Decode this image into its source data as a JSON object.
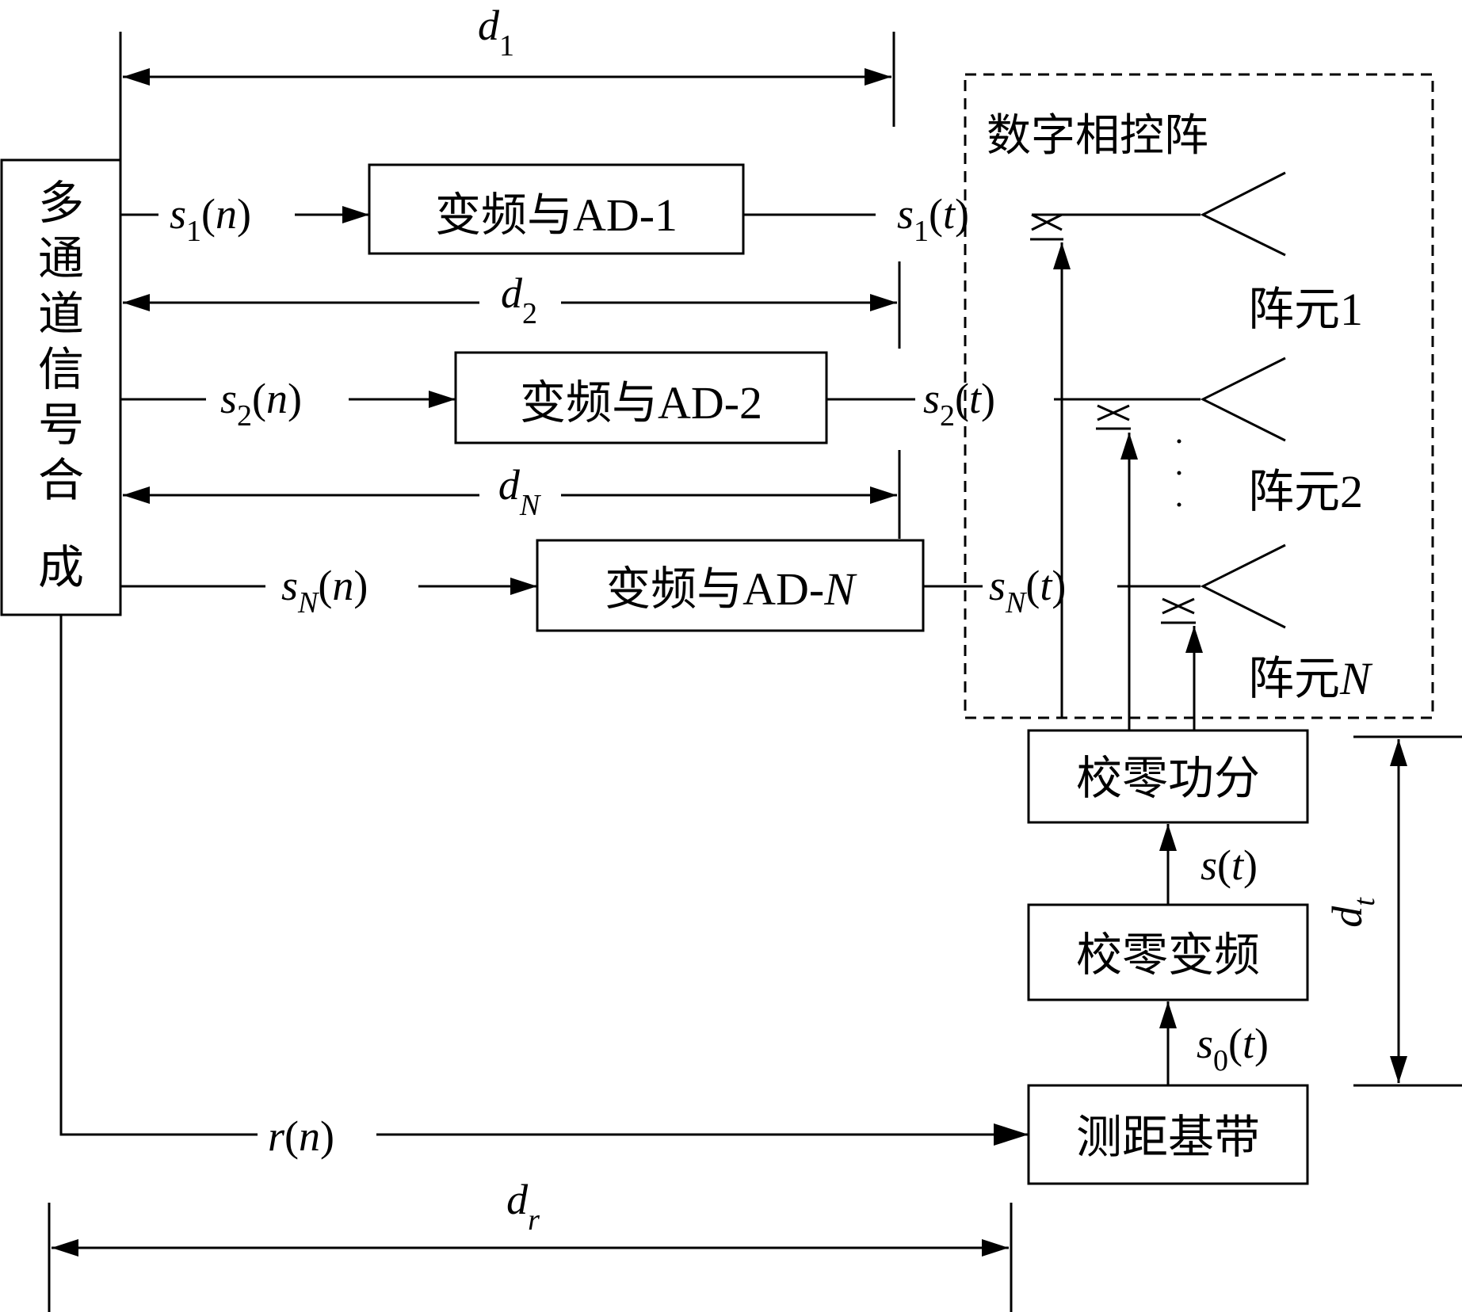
{
  "distances": {
    "d1": {
      "base": "d",
      "sub": "1"
    },
    "d2": {
      "base": "d",
      "sub": "2"
    },
    "dN": {
      "base": "d",
      "sub": "N"
    },
    "dr": {
      "base": "d",
      "sub": "r"
    },
    "dt": {
      "base": "d",
      "sub": "t"
    }
  },
  "blocks": {
    "synth_chars": [
      "多",
      "通",
      "道",
      "信",
      "号",
      "合",
      "成"
    ],
    "conv1_prefix": "变频与AD-",
    "conv1_suffix": "1",
    "conv2_prefix": "变频与AD-",
    "conv2_suffix": "2",
    "convN_prefix": "变频与AD-",
    "convN_suffix": "N",
    "cal_split": "校零功分",
    "cal_conv": "校零变频",
    "ranging": "测距基带"
  },
  "array": {
    "title": "数字相控阵",
    "elem1_prefix": "阵元",
    "elem1_suffix": "1",
    "elem2_prefix": "阵元",
    "elem2_suffix": "2",
    "elemN_prefix": "阵元",
    "elemN_suffix": "N"
  },
  "signals": {
    "s1n": {
      "base": "s",
      "sub": "1",
      "arg": "n"
    },
    "s2n": {
      "base": "s",
      "sub": "2",
      "arg": "n"
    },
    "sNn": {
      "base": "s",
      "sub": "N",
      "arg": "n"
    },
    "s1t": {
      "base": "s",
      "sub": "1",
      "arg": "t"
    },
    "s2t": {
      "base": "s",
      "sub": "2",
      "arg": "t"
    },
    "sNt": {
      "base": "s",
      "sub": "N",
      "arg": "t"
    },
    "st": {
      "base": "s",
      "arg": "t"
    },
    "s0t": {
      "base": "s",
      "sub": "0",
      "arg": "t"
    },
    "rn": {
      "base": "r",
      "arg": "n"
    },
    "open_paren": "(",
    "close_paren": ")"
  }
}
